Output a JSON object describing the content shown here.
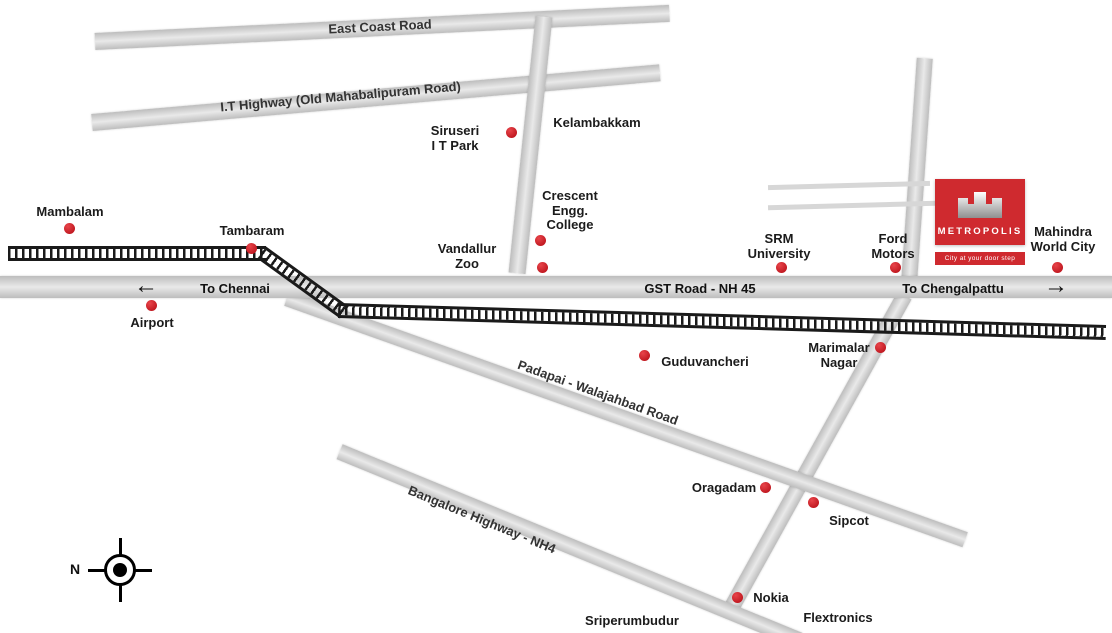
{
  "map": {
    "logo": {
      "name": "METROPOLIS",
      "tagline": "City at your door step",
      "accent_color": "#cf2a2f"
    },
    "colors": {
      "road_gray": "#d6d6d6",
      "rail_black": "#1a1a1a",
      "marker_red": "#c01820"
    },
    "roads": {
      "east_coast_road": {
        "label": "East Coast Road"
      },
      "it_highway": {
        "label": "I.T Highway (Old Mahabalipuram Road)"
      },
      "gst_road": {
        "label": "GST Road - NH 45"
      },
      "padapai_road": {
        "label": "Padapai - Walajahbad Road"
      },
      "bangalore_highway": {
        "label": "Bangalore Highway - NH4"
      }
    },
    "directions": {
      "to_chennai": "To Chennai",
      "to_chengalpattu": "To Chengalpattu",
      "arrow_left": "←",
      "arrow_right": "→"
    },
    "compass": {
      "label": "N"
    },
    "places": [
      {
        "name": "mambalam",
        "label": "Mambalam"
      },
      {
        "name": "tambaram",
        "label": "Tambaram"
      },
      {
        "name": "airport",
        "label": "Airport"
      },
      {
        "name": "siruseri-it-park",
        "label": "Siruseri\nI T Park"
      },
      {
        "name": "kelambakkam",
        "label": "Kelambakkam"
      },
      {
        "name": "crescent-engg-college",
        "label": "Crescent\nEngg.\nCollege"
      },
      {
        "name": "vandallur-zoo",
        "label": "Vandallur\nZoo"
      },
      {
        "name": "srm-university",
        "label": "SRM\nUniversity"
      },
      {
        "name": "ford-motors",
        "label": "Ford\nMotors"
      },
      {
        "name": "mahindra-world-city",
        "label": "Mahindra\nWorld City"
      },
      {
        "name": "guduvancheri",
        "label": "Guduvancheri"
      },
      {
        "name": "marimalar-nagar",
        "label": "Marimalar\nNagar"
      },
      {
        "name": "oragadam",
        "label": "Oragadam"
      },
      {
        "name": "sipcot",
        "label": "Sipcot"
      },
      {
        "name": "nokia",
        "label": "Nokia"
      },
      {
        "name": "flextronics",
        "label": "Flextronics"
      },
      {
        "name": "sriperumbudur",
        "label": "Sriperumbudur"
      }
    ]
  }
}
